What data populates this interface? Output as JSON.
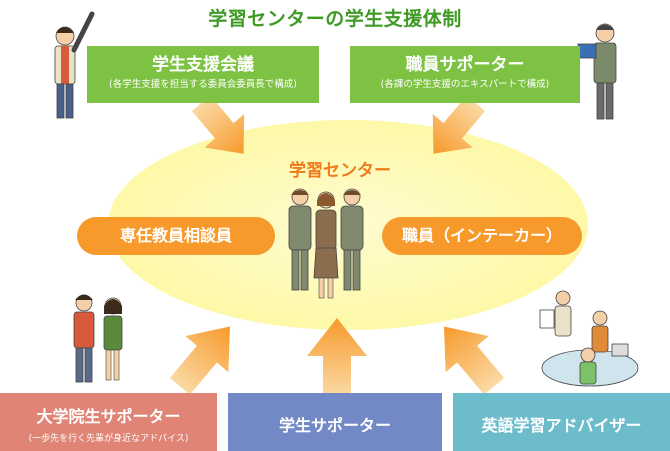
{
  "title": "学習センターの学生支援体制",
  "center_label": "学習センター",
  "top_left": {
    "main": "学生支援会議",
    "sub": "(各学生支援を担当する委員会委員長で構成)",
    "color": "#7dc242"
  },
  "top_right": {
    "main": "職員サポーター",
    "sub": "(各課の学生支援のエキスパートで構成)",
    "color": "#7dc242"
  },
  "left_pill": {
    "label": "専任教員相談員",
    "color": "#f79a2b"
  },
  "right_pill": {
    "label": "職員（インテーカー）",
    "color": "#f79a2b"
  },
  "bottom_left": {
    "main": "大学院生サポーター",
    "sub": "(一歩先を行く先輩が身近なアドバイス)",
    "color": "#e08575"
  },
  "bottom_center": {
    "main": "学生サポーター",
    "color": "#7289c6"
  },
  "bottom_right": {
    "main": "英語学習アドバイザー",
    "color": "#6cbccc"
  },
  "arrow_color": "#f9a236",
  "accent_title": "#3f9a25",
  "accent_center": "#f07a1a"
}
